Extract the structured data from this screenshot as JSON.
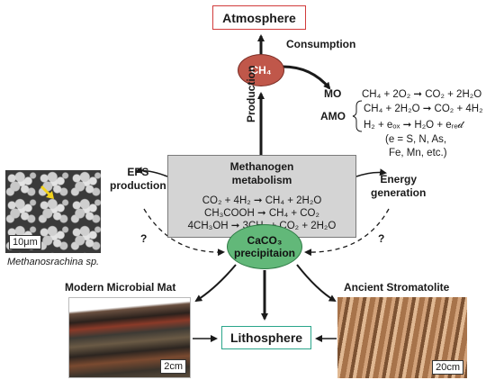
{
  "atmosphere": "Atmosphere",
  "lithosphere": "Lithosphere",
  "ch4": "CH₄",
  "consumption": "Consumption",
  "production": "Production",
  "mo": {
    "label": "MO",
    "eq": "CH₄ + 2O₂ ➞ CO₂ + 2H₂O"
  },
  "amo": {
    "label": "AMO",
    "eq1": "CH₄ + 2H₂O ➞ CO₂ + 4H₂",
    "eq2": "H₂ + eₒₓ ➞ H₂O + eᵣₑ𝒹",
    "note1": "(e = S, N, As,",
    "note2": "Fe, Mn, etc.)"
  },
  "methanogen": {
    "title1": "Methanogen",
    "title2": "metabolism",
    "eq1": "CO₂ + 4H₂ ➞ CH₄ + 2H₂O",
    "eq2": "CH₃COOH ➞ CH₄ + CO₂",
    "eq3": "4CH₃OH ➞ 3CH₄ + CO₂ + 2H₂O"
  },
  "eps": {
    "line1": "EPS",
    "line2": "production"
  },
  "energy": {
    "line1": "Energy",
    "line2": "generation"
  },
  "caco3": {
    "line1": "CaCO₃",
    "line2": "precipitaion"
  },
  "question": "?",
  "micrograph": {
    "scale": "10μm",
    "caption": "Methanosrachina sp."
  },
  "mat": {
    "title": "Modern Microbial Mat",
    "scale": "2cm"
  },
  "stromatolite": {
    "title": "Ancient Stromatolite",
    "scale": "20cm"
  }
}
